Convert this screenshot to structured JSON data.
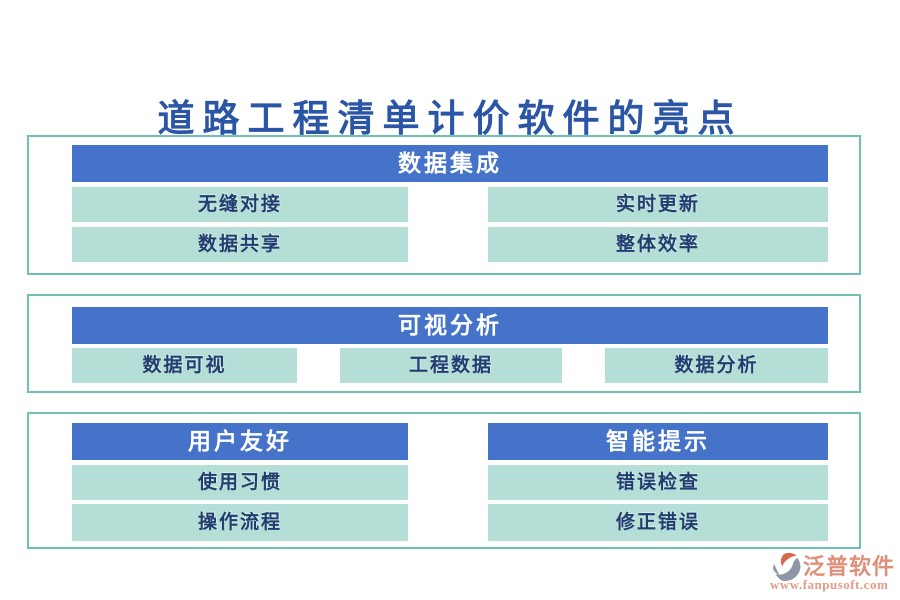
{
  "page": {
    "title": "道路工程清单计价软件的亮点"
  },
  "colors": {
    "header_bg": "#4573C9",
    "item_bg": "#B5DED7",
    "panel_border": "#70C0B3",
    "item_text": "#223D6F",
    "title_text": "#2B55A5",
    "logo_text": "#E08F7A",
    "logo_url_text": "#E59B85"
  },
  "sections": [
    {
      "header": "数据集成",
      "items": [
        "无缝对接",
        "实时更新",
        "数据共享",
        "整体效率"
      ]
    },
    {
      "header": "可视分析",
      "items": [
        "数据可视",
        "工程数据",
        "数据分析"
      ]
    },
    {
      "columns": [
        {
          "header": "用户友好",
          "items": [
            "使用习惯",
            "操作流程"
          ]
        },
        {
          "header": "智能提示",
          "items": [
            "错误检查",
            "修正错误"
          ]
        }
      ]
    }
  ],
  "footer": {
    "brand": "泛普软件",
    "url": "www.fanpusoft.com",
    "icon": "fanpu-logo-icon"
  }
}
